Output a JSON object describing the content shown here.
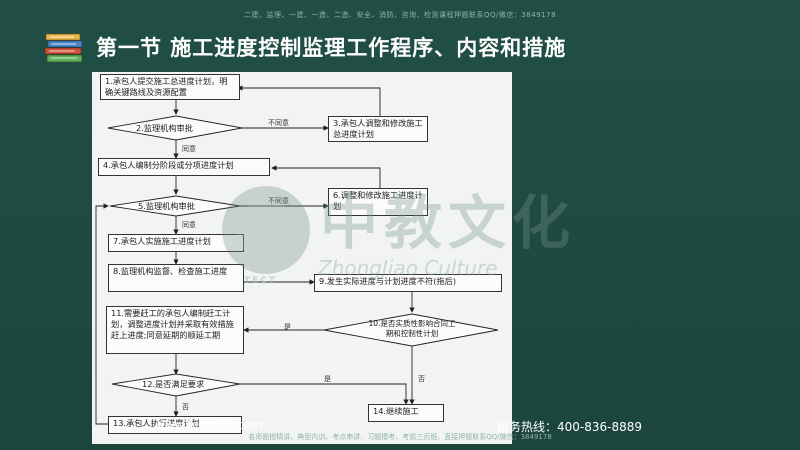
{
  "header": {
    "topline": "二建、监理、一建、一造、二造、安全、消防、咨询、检测课程押题联系QQ/微信：3849178",
    "title": "第一节  施工进度控制监理工作程序、内容和措施"
  },
  "flow": {
    "b1": "1.承包人提交施工总进度计划，明确关键路线及资源配置",
    "d2": "2.监理机构审批",
    "b3": "3.承包人调整和修改施工总进度计划",
    "b4": "4.承包人编制分阶段或分项进度计划",
    "d5": "5.监理机构审批",
    "b6": "6.调整和修改施工进度计划",
    "b7": "7.承包人实施施工进度计划",
    "b8": "8.监理机构监督、检查施工进度",
    "b9": "9.发生实际进度与计划进度不符(拖后)",
    "d10": "10.是否实质性影响合同工期和控制性计划",
    "b11": "11.需要赶工的承包人编制赶工计划，调整进度计划并采取有效措施赶上进度;同意延期的顺延工期",
    "d12": "12.是否满足要求",
    "b13": "13.承包人执行进度计划",
    "b14": "14.继续施工",
    "disagree1": "不同意",
    "agree1": "同意",
    "disagree2": "不同意",
    "agree2": "同意",
    "yes1": "是",
    "no1": "否",
    "yes2": "是",
    "no2": "否"
  },
  "watermark": {
    "text": "中教文化",
    "sub": "ZhongJiao Culture",
    "logo": "TECT"
  },
  "footer": {
    "website": "www.tect365.com",
    "hotline": "服务热线：400-836-8889",
    "bottomline": "名师面授精讲、典型内训、考点串讲、习题模考、考前三页纸、直接押题联系QQ/微信：3849178"
  }
}
